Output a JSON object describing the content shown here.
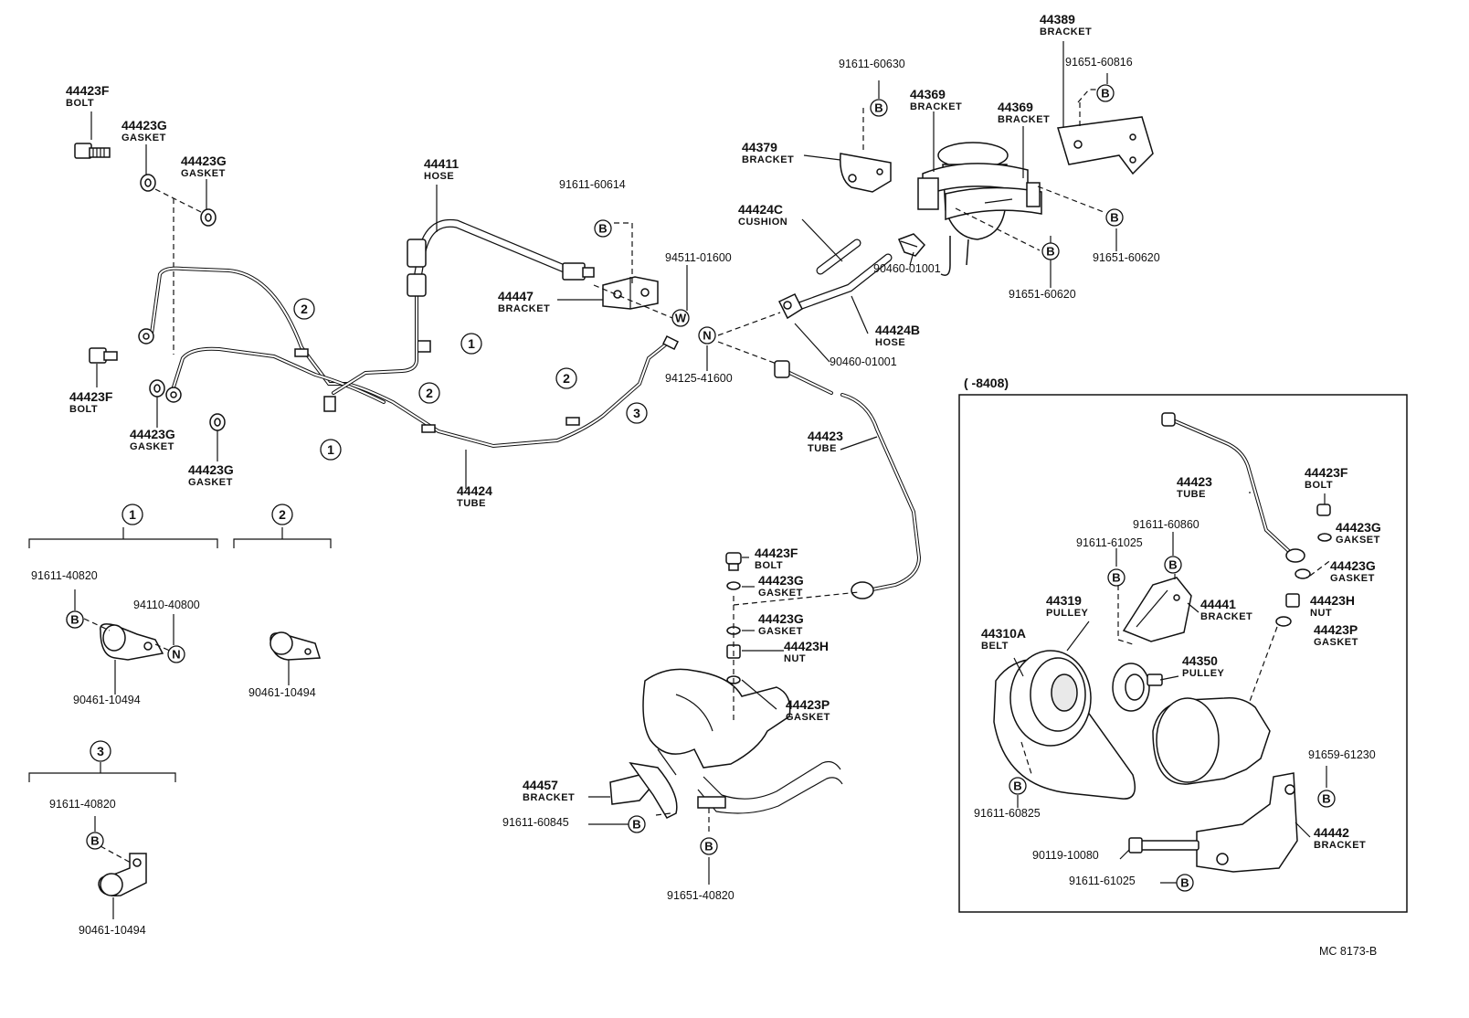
{
  "diagram": {
    "doc_code": "MC  8173-B",
    "inset_note": "(      -8408)",
    "callouts": [
      {
        "id": "c1",
        "number": "44423F",
        "name": "BOLT"
      },
      {
        "id": "c2",
        "number": "44423G",
        "name": "GASKET"
      },
      {
        "id": "c3",
        "number": "44423G",
        "name": "GASKET"
      },
      {
        "id": "c4",
        "number": "44423F",
        "name": "BOLT"
      },
      {
        "id": "c5",
        "number": "44423G",
        "name": "GASKET"
      },
      {
        "id": "c6",
        "number": "44423G",
        "name": "GASKET"
      },
      {
        "id": "c7",
        "number": "44411",
        "name": "HOSE"
      },
      {
        "id": "c8",
        "number": "91611-60614",
        "name": ""
      },
      {
        "id": "c9",
        "number": "94511-01600",
        "name": ""
      },
      {
        "id": "c10",
        "number": "44447",
        "name": "BRACKET"
      },
      {
        "id": "c11",
        "number": "94125-41600",
        "name": ""
      },
      {
        "id": "c12",
        "number": "44424",
        "name": "TUBE"
      },
      {
        "id": "c13",
        "number": "44423",
        "name": "TUBE"
      },
      {
        "id": "c14",
        "number": "44379",
        "name": "BRACKET"
      },
      {
        "id": "c15",
        "number": "91611-60630",
        "name": ""
      },
      {
        "id": "c16",
        "number": "44369",
        "name": "BRACKET"
      },
      {
        "id": "c17",
        "number": "44369",
        "name": "BRACKET"
      },
      {
        "id": "c18",
        "number": "44389",
        "name": "BRACKET"
      },
      {
        "id": "c19",
        "number": "91651-60816",
        "name": ""
      },
      {
        "id": "c20",
        "number": "44424C",
        "name": "CUSHION"
      },
      {
        "id": "c21",
        "number": "90460-01001",
        "name": ""
      },
      {
        "id": "c22",
        "number": "91651-60620",
        "name": ""
      },
      {
        "id": "c23",
        "number": "91651-60620",
        "name": ""
      },
      {
        "id": "c24",
        "number": "44424B",
        "name": "HOSE"
      },
      {
        "id": "c25",
        "number": "90460-01001",
        "name": ""
      },
      {
        "id": "c26",
        "number": "44423F",
        "name": "BOLT"
      },
      {
        "id": "c27",
        "number": "44423G",
        "name": "GASKET"
      },
      {
        "id": "c28",
        "number": "44423G",
        "name": "GASKET"
      },
      {
        "id": "c29",
        "number": "44423H",
        "name": "NUT"
      },
      {
        "id": "c30",
        "number": "44423P",
        "name": "GASKET"
      },
      {
        "id": "c31",
        "number": "44457",
        "name": "BRACKET"
      },
      {
        "id": "c32",
        "number": "91611-60845",
        "name": ""
      },
      {
        "id": "c33",
        "number": "91651-40820",
        "name": ""
      },
      {
        "id": "c34",
        "number": "91611-40820",
        "name": ""
      },
      {
        "id": "c35",
        "number": "94110-40800",
        "name": ""
      },
      {
        "id": "c36",
        "number": "90461-10494",
        "name": ""
      },
      {
        "id": "c37",
        "number": "90461-10494",
        "name": ""
      },
      {
        "id": "c38",
        "number": "91611-40820",
        "name": ""
      },
      {
        "id": "c39",
        "number": "90461-10494",
        "name": ""
      },
      {
        "id": "c40",
        "number": "44423",
        "name": "TUBE"
      },
      {
        "id": "c41",
        "number": "44423F",
        "name": "BOLT"
      },
      {
        "id": "c42",
        "number": "44423G",
        "name": "GAKSET"
      },
      {
        "id": "c43",
        "number": "44423G",
        "name": "GASKET"
      },
      {
        "id": "c44",
        "number": "44423H",
        "name": "NUT"
      },
      {
        "id": "c45",
        "number": "44423P",
        "name": "GASKET"
      },
      {
        "id": "c46",
        "number": "91611-60860",
        "name": ""
      },
      {
        "id": "c47",
        "number": "91611-61025",
        "name": ""
      },
      {
        "id": "c48",
        "number": "44441",
        "name": "BRACKET"
      },
      {
        "id": "c49",
        "number": "44319",
        "name": "PULLEY"
      },
      {
        "id": "c50",
        "number": "44310A",
        "name": "BELT"
      },
      {
        "id": "c51",
        "number": "44350",
        "name": "PULLEY"
      },
      {
        "id": "c52",
        "number": "91611-60825",
        "name": ""
      },
      {
        "id": "c53",
        "number": "91659-61230",
        "name": ""
      },
      {
        "id": "c54",
        "number": "44442",
        "name": "BRACKET"
      },
      {
        "id": "c55",
        "number": "90119-10080",
        "name": ""
      },
      {
        "id": "c56",
        "number": "91611-61025",
        "name": ""
      }
    ],
    "markers": [
      {
        "id": "m1",
        "letter": "B"
      },
      {
        "id": "m2",
        "letter": "W"
      },
      {
        "id": "m3",
        "letter": "N"
      },
      {
        "id": "m4",
        "letter": "B"
      },
      {
        "id": "m5",
        "letter": "B"
      },
      {
        "id": "m6",
        "letter": "B"
      },
      {
        "id": "m7",
        "letter": "B"
      },
      {
        "id": "m8",
        "letter": "B"
      },
      {
        "id": "m9",
        "letter": "B"
      },
      {
        "id": "m10",
        "letter": "B"
      },
      {
        "id": "m11",
        "letter": "B"
      },
      {
        "id": "m12",
        "letter": "N"
      },
      {
        "id": "m13",
        "letter": "B"
      },
      {
        "id": "m14",
        "letter": "B"
      },
      {
        "id": "m15",
        "letter": "B"
      },
      {
        "id": "m16",
        "letter": "B"
      },
      {
        "id": "m17",
        "letter": "B"
      },
      {
        "id": "m18",
        "letter": "B"
      }
    ],
    "refs": [
      {
        "id": "r1",
        "label": "1"
      },
      {
        "id": "r2",
        "label": "2"
      },
      {
        "id": "r3",
        "label": "2"
      },
      {
        "id": "r4",
        "label": "1"
      },
      {
        "id": "r5",
        "label": "2"
      },
      {
        "id": "r6",
        "label": "3"
      },
      {
        "id": "r7",
        "label": "1"
      },
      {
        "id": "r8",
        "label": "2"
      },
      {
        "id": "r9",
        "label": "3"
      }
    ]
  }
}
